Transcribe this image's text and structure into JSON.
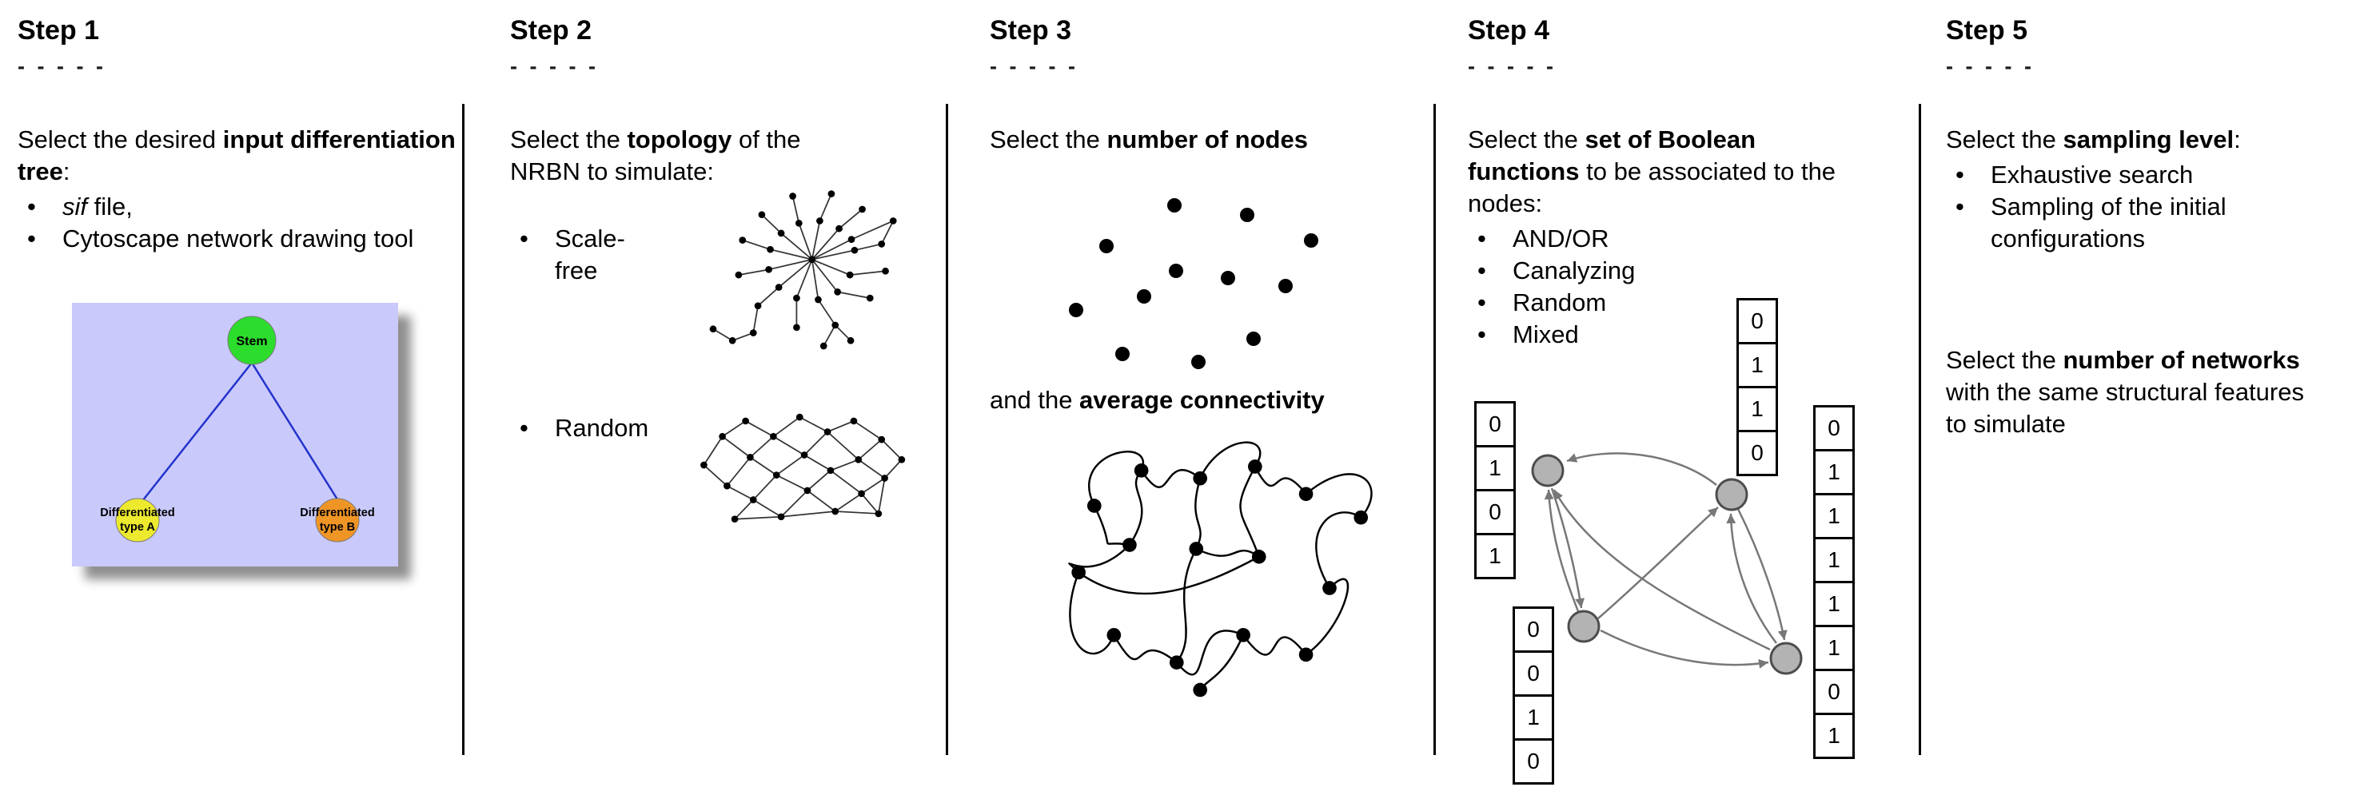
{
  "steps": [
    {
      "title": "Step 1",
      "dashes": "- - - - -",
      "intro": {
        "pre": "Select the desired ",
        "bold": "input differentiation tree",
        "post": ":"
      },
      "bullets": [
        {
          "italic": "sif",
          "text": " file,"
        },
        {
          "italic": "",
          "text": "Cytoscape network drawing tool"
        }
      ],
      "tree": {
        "root": "Stem",
        "left_line1": "Differentiated",
        "left_line2": "type A",
        "right_line1": "Differentiated",
        "right_line2": "type B",
        "panel_color": "#c9c9fc",
        "root_color": "#2ddd2d",
        "left_color": "#ece92f",
        "right_color": "#ef9526",
        "edge_color": "#2233cc"
      }
    },
    {
      "title": "Step 2",
      "dashes": "- - - - -",
      "intro": {
        "pre": "Select the ",
        "bold": "topology",
        "post": " of the NRBN to simulate:"
      },
      "bullets": [
        {
          "label": "Scale-free"
        },
        {
          "label": "Random"
        }
      ]
    },
    {
      "title": "Step 3",
      "dashes": "- - - - -",
      "intro": {
        "pre": "Select the ",
        "bold": "number of nodes",
        "post": ""
      },
      "second": {
        "pre": "and the ",
        "bold": "average connectivity",
        "post": ""
      }
    },
    {
      "title": "Step 4",
      "dashes": "- - - - -",
      "intro": {
        "pre": "Select the ",
        "bold": "set of Boolean functions",
        "post": " to be associated to the nodes:"
      },
      "bullets": [
        {
          "label": "AND/OR"
        },
        {
          "label": "Canalyzing"
        },
        {
          "label": "Random"
        },
        {
          "label": "Mixed"
        }
      ],
      "truth_tables": {
        "left": [
          "0",
          "1",
          "0",
          "1"
        ],
        "top": [
          "0",
          "1",
          "1",
          "0"
        ],
        "bottom_left": [
          "0",
          "0",
          "1",
          "0"
        ],
        "right": [
          "0",
          "1",
          "1",
          "1",
          "1",
          "1",
          "0",
          "1"
        ]
      }
    },
    {
      "title": "Step 5",
      "dashes": "- - - - -",
      "intro": {
        "pre": "Select the ",
        "bold": "sampling level",
        "post": ":"
      },
      "bullets": [
        {
          "label": "Exhaustive search"
        },
        {
          "label": "Sampling of the initial configurations"
        }
      ],
      "second": {
        "pre": "Select the ",
        "bold": "number of networks",
        "post": " with the same structural features to simulate"
      }
    }
  ]
}
